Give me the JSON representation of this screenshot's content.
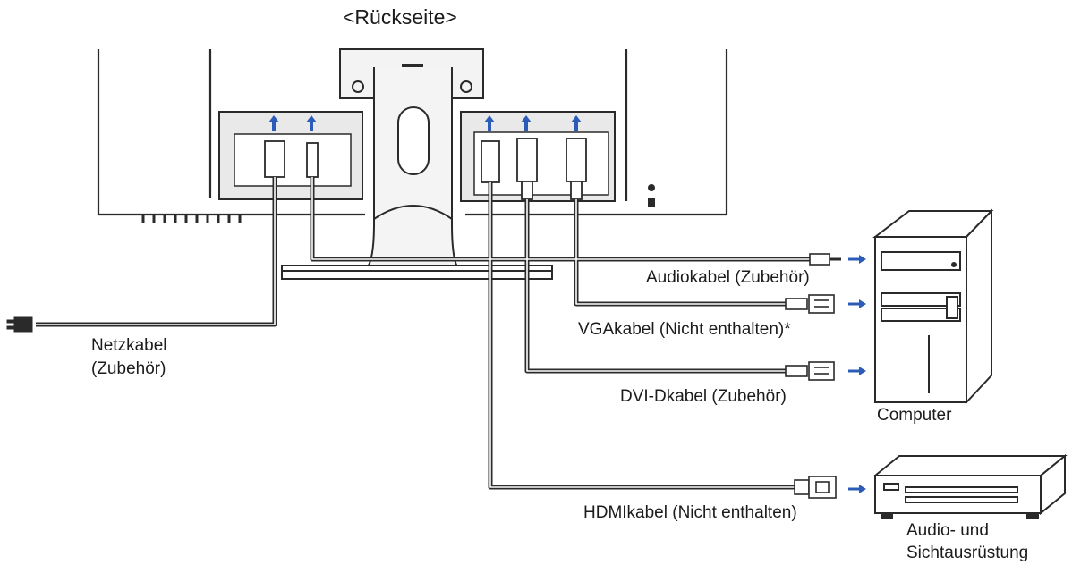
{
  "title": "<Rückseite>",
  "cables": {
    "audio": "Audiokabel (Zubehör)",
    "vga": "VGAkabel (Nicht enthalten)*",
    "dvi": "DVI-Dkabel (Zubehör)",
    "hdmi": "HDMIkabel (Nicht enthalten)",
    "power_line1": "Netzkabel",
    "power_line2": "(Zubehör)"
  },
  "devices": {
    "computer": "Computer",
    "av_line1": "Audio- und",
    "av_line2": "Sichtausrüstung"
  },
  "colors": {
    "line": "#2a2a2a",
    "arrow": "#2b5db8",
    "panel": "#e9e9e9"
  }
}
